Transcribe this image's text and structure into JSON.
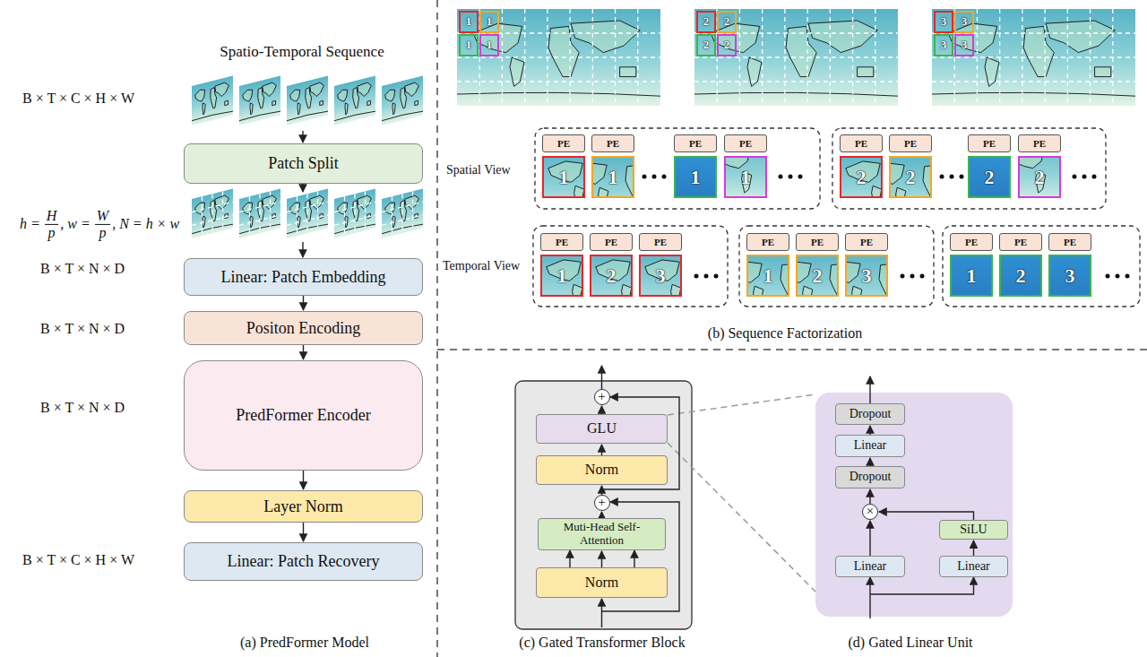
{
  "diagram": {
    "nodes": [
      {
        "text": [
          "Patch Split"
        ]
      },
      {
        "text": [
          "Linear: Patch Embedding"
        ]
      },
      {
        "text": [
          "Positon Encoding"
        ]
      },
      {
        "text": [
          "PredFormer Encoder"
        ]
      },
      {
        "text": [
          "Layer Norm"
        ]
      },
      {
        "text": [
          "Linear: Patch Recovery"
        ]
      },
      {
        "text": [
          "1"
        ]
      },
      {
        "text": [
          "1"
        ]
      },
      {
        "text": [
          "1"
        ]
      },
      {
        "text": [
          "1"
        ]
      },
      {
        "text": [
          "2"
        ]
      },
      {
        "text": [
          "2"
        ]
      },
      {
        "text": [
          "2"
        ]
      },
      {
        "text": [
          "2"
        ]
      },
      {
        "text": [
          "3"
        ]
      },
      {
        "text": [
          "3"
        ]
      },
      {
        "text": [
          "3"
        ]
      },
      {
        "text": [
          "3"
        ]
      },
      {
        "text": [
          "PE"
        ]
      },
      {
        "text": [
          "1"
        ]
      },
      {
        "text": [
          "PE"
        ]
      },
      {
        "text": [
          "1"
        ]
      },
      {
        "text": [
          "PE"
        ]
      },
      {
        "text": [
          "1"
        ]
      },
      {
        "text": [
          "PE"
        ]
      },
      {
        "text": [
          "1"
        ]
      },
      {
        "text": [
          "PE"
        ]
      },
      {
        "text": [
          "2"
        ]
      },
      {
        "text": [
          "PE"
        ]
      },
      {
        "text": [
          "2"
        ]
      },
      {
        "text": [
          "PE"
        ]
      },
      {
        "text": [
          "2"
        ]
      },
      {
        "text": [
          "PE"
        ]
      },
      {
        "text": [
          "2"
        ]
      },
      {
        "text": [
          "PE"
        ]
      },
      {
        "text": [
          "1"
        ]
      },
      {
        "text": [
          "PE"
        ]
      },
      {
        "text": [
          "2"
        ]
      },
      {
        "text": [
          "PE"
        ]
      },
      {
        "text": [
          "3"
        ]
      },
      {
        "text": [
          "PE"
        ]
      },
      {
        "text": [
          "1"
        ]
      },
      {
        "text": [
          "PE"
        ]
      },
      {
        "text": [
          "2"
        ]
      },
      {
        "text": [
          "PE"
        ]
      },
      {
        "text": [
          "3"
        ]
      },
      {
        "text": [
          "PE"
        ]
      },
      {
        "text": [
          "1"
        ]
      },
      {
        "text": [
          "PE"
        ]
      },
      {
        "text": [
          "2"
        ]
      },
      {
        "text": [
          "PE"
        ]
      },
      {
        "text": [
          "3"
        ]
      },
      {
        "text": [
          "+"
        ]
      },
      {
        "text": [
          "GLU"
        ]
      },
      {
        "text": [
          "Norm"
        ]
      },
      {
        "text": [
          "+"
        ]
      },
      {
        "text": [
          "Muti-Head Self-Attention"
        ]
      },
      {
        "text": [
          "Norm"
        ]
      },
      {
        "text": [
          "Dropout"
        ]
      },
      {
        "text": [
          "Linear"
        ]
      },
      {
        "text": [
          "Dropout"
        ]
      },
      {
        "text": [
          "×"
        ]
      },
      {
        "text": [
          "SiLU"
        ]
      },
      {
        "text": [
          "Linear"
        ]
      },
      {
        "text": [
          "Linear"
        ]
      }
    ],
    "edges": [
      {
        "from": 1,
        "to": 2,
        "arrow": "to"
      },
      {
        "from": 2,
        "to": 3,
        "arrow": "to"
      },
      {
        "from": 3,
        "to": 4,
        "arrow": "to"
      },
      {
        "from": 4,
        "to": 5,
        "arrow": "to"
      },
      {
        "from": 57,
        "to": 56,
        "arrow": "to"
      },
      {
        "from": 56,
        "to": 55,
        "arrow": "to"
      },
      {
        "from": 55,
        "to": 54,
        "arrow": "to"
      },
      {
        "from": 54,
        "to": 53,
        "arrow": "to"
      },
      {
        "from": 53,
        "to": 52,
        "arrow": "to"
      },
      {
        "from": 63,
        "to": 61,
        "arrow": "to"
      },
      {
        "from": 64,
        "to": 62,
        "arrow": "to"
      },
      {
        "from": 62,
        "to": 61,
        "arrow": "to"
      },
      {
        "from": 61,
        "to": 60,
        "arrow": "to"
      },
      {
        "from": 60,
        "to": 59,
        "arrow": "to"
      },
      {
        "from": 59,
        "to": 58,
        "arrow": "to"
      }
    ],
    "labels": [
      "Spatio-Temporal Sequence",
      "B × T × C × H × W",
      "h =",
      "H",
      "p",
      ", w =",
      "W",
      "p",
      ", N = h × w",
      "B × T × N × D",
      "B × T × N × D",
      "B × T × N × D",
      "B × T × C × H × W",
      "Spatial View",
      "Temporal View",
      "(a) PredFormer Model",
      "(b) Sequence Factorization",
      "(c) Gated Transformer Block",
      "(d) Gated Linear Unit"
    ]
  }
}
